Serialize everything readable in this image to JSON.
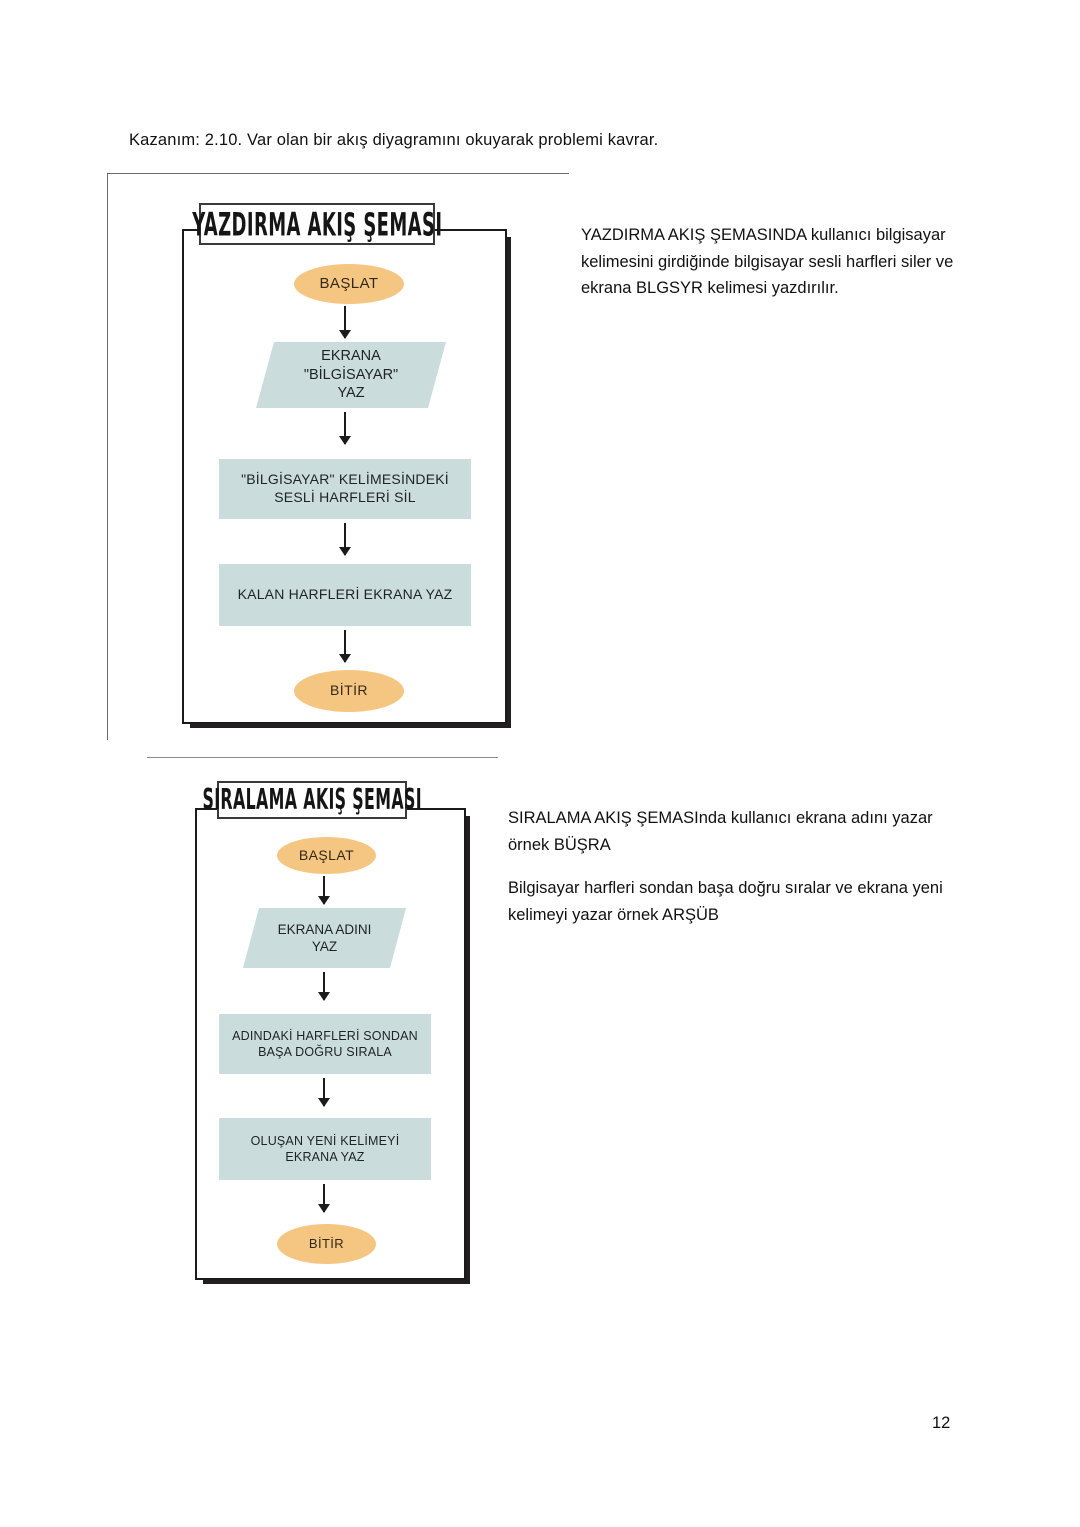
{
  "document": {
    "objective": "Kazanım: 2.10. Var olan bir akış diyagramını okuyarak problemi kavrar.",
    "page_number": "12"
  },
  "colors": {
    "terminator_fill": "#F5C681",
    "process_fill": "#CBDCDD",
    "io_fill": "#CBDCDD",
    "frame_stroke": "#1b1b1b",
    "shadow": "#231f20",
    "text": "#1d2326"
  },
  "figures": [
    {
      "id": "yazdirma",
      "title": "YAZDIRMA AKIŞ ŞEMASI",
      "nodes": [
        {
          "kind": "terminator",
          "label": "BAŞLAT"
        },
        {
          "kind": "io",
          "label": "EKRANA\n\"BİLGİSAYAR\"\nYAZ"
        },
        {
          "kind": "process",
          "label": "\"BİLGİSAYAR\" KELİMESİNDEKİ\nSESLİ HARFLERİ SİL"
        },
        {
          "kind": "process",
          "label": "KALAN HARFLERİ EKRANA YAZ"
        },
        {
          "kind": "terminator",
          "label": "BİTİR"
        }
      ],
      "note": [
        "YAZDIRMA AKIŞ ŞEMASINDA kullanıcı bilgisayar kelimesini girdiğinde bilgisayar sesli harfleri siler ve ekrana BLGSYR kelimesi yazdırılır."
      ]
    },
    {
      "id": "siralama",
      "title": "SIRALAMA AKIŞ ŞEMASI",
      "nodes": [
        {
          "kind": "terminator",
          "label": "BAŞLAT"
        },
        {
          "kind": "io",
          "label": "EKRANA ADINI\nYAZ"
        },
        {
          "kind": "process",
          "label": "ADINDAKİ HARFLERİ SONDAN\nBAŞA DOĞRU SIRALA"
        },
        {
          "kind": "process",
          "label": "OLUŞAN YENİ KELİMEYİ\nEKRANA YAZ"
        },
        {
          "kind": "terminator",
          "label": "BİTİR"
        }
      ],
      "note": [
        "SIRALAMA AKIŞ ŞEMASInda kullanıcı ekrana adını yazar örnek BÜŞRA",
        "Bilgisayar harfleri sondan başa doğru sıralar ve ekrana yeni kelimeyi yazar örnek ARŞÜB"
      ]
    }
  ]
}
